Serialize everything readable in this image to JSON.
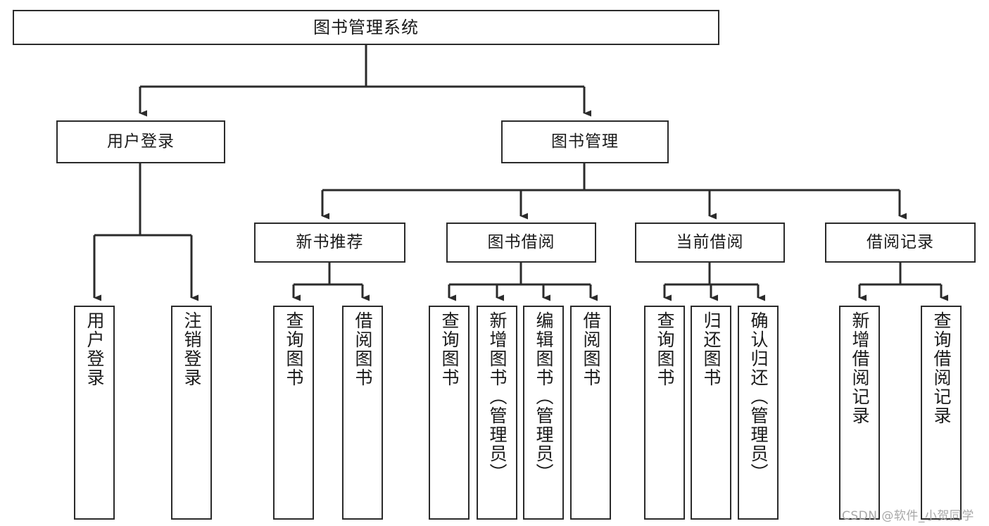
{
  "diagram": {
    "title": "图书管理系统",
    "type": "tree-hierarchy-chart",
    "orientation": "top-down",
    "colors": {
      "box_border": "#2b2b2b",
      "box_fill": "#ffffff",
      "edge": "#2b2b2b",
      "text": "#1a1a1a",
      "watermark": "#a8a8a8",
      "background": "#ffffff"
    },
    "root": {
      "id": "root",
      "label": "图书管理系统"
    },
    "level2": [
      {
        "id": "user-login",
        "label": "用户登录"
      },
      {
        "id": "book-manage",
        "label": "图书管理"
      }
    ],
    "level3": [
      {
        "id": "new-book-recommend",
        "label": "新书推荐",
        "parent": "book-manage"
      },
      {
        "id": "book-borrow",
        "label": "图书借阅",
        "parent": "book-manage"
      },
      {
        "id": "current-borrow",
        "label": "当前借阅",
        "parent": "book-manage"
      },
      {
        "id": "borrow-record",
        "label": "借阅记录",
        "parent": "book-manage"
      }
    ],
    "leaves": [
      {
        "id": "leaf-user-login",
        "label": "用户登录",
        "parent": "user-login"
      },
      {
        "id": "leaf-logout-login",
        "label": "注销登录",
        "parent": "user-login"
      },
      {
        "id": "leaf-query-book-1",
        "label": "查询图书",
        "parent": "new-book-recommend"
      },
      {
        "id": "leaf-borrow-book-1",
        "label": "借阅图书",
        "parent": "new-book-recommend"
      },
      {
        "id": "leaf-query-book-2",
        "label": "查询图书",
        "parent": "book-borrow"
      },
      {
        "id": "leaf-add-book",
        "label": "新增图书（管理员）",
        "parent": "book-borrow"
      },
      {
        "id": "leaf-edit-book",
        "label": "编辑图书（管理员）",
        "parent": "book-borrow"
      },
      {
        "id": "leaf-borrow-book-2",
        "label": "借阅图书",
        "parent": "book-borrow"
      },
      {
        "id": "leaf-query-book-3",
        "label": "查询图书",
        "parent": "current-borrow"
      },
      {
        "id": "leaf-return-book",
        "label": "归还图书",
        "parent": "current-borrow"
      },
      {
        "id": "leaf-confirm-return",
        "label": "确认归还（管理员）",
        "parent": "current-borrow"
      },
      {
        "id": "leaf-add-record",
        "label": "新增借阅记录",
        "parent": "borrow-record"
      },
      {
        "id": "leaf-query-record",
        "label": "查询借阅记录",
        "parent": "borrow-record"
      }
    ],
    "watermark": "CSDN @软件_小贺同学"
  }
}
